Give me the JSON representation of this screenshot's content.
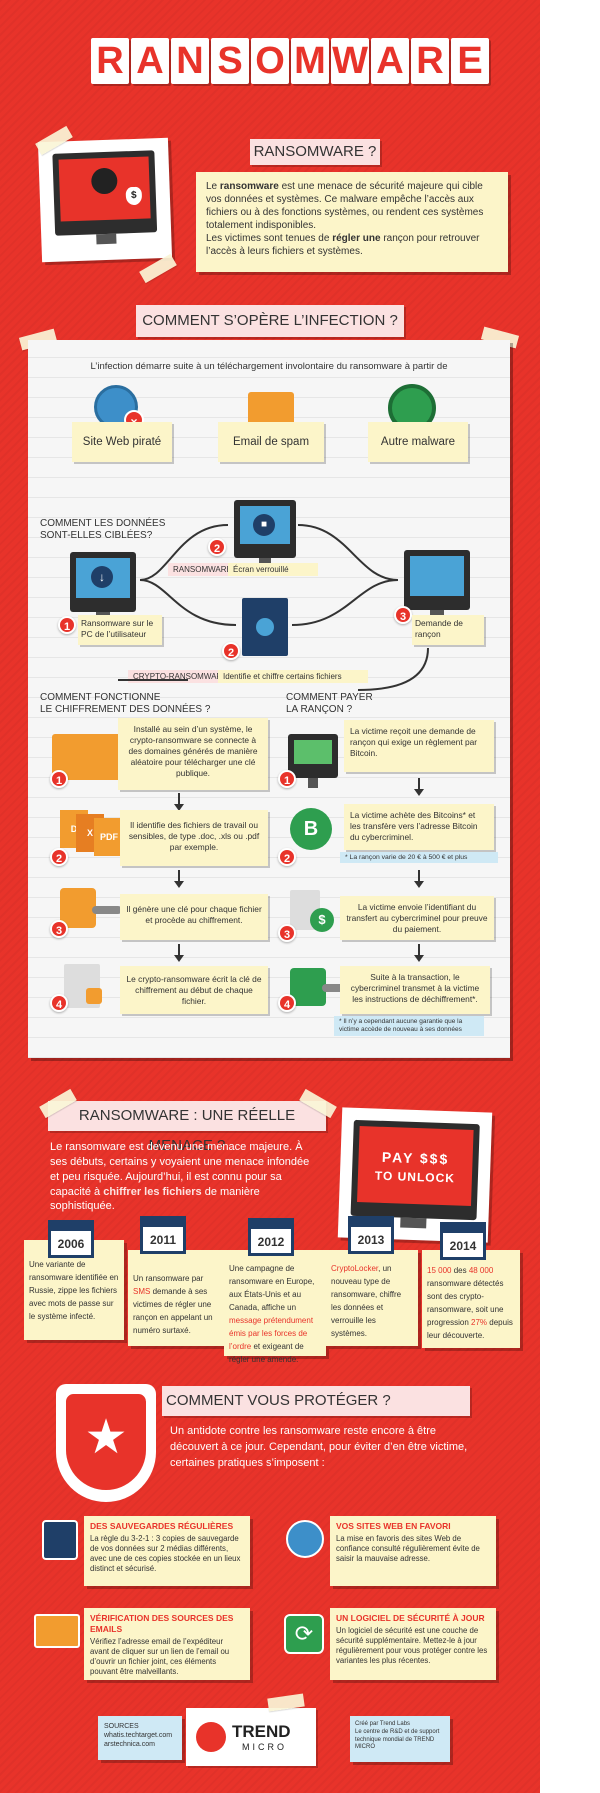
{
  "title_letters": [
    "R",
    "A",
    "N",
    "S",
    "O",
    "M",
    "W",
    "A",
    "R",
    "E"
  ],
  "intro": {
    "heading": "RANSOMWARE ?",
    "p1_pre": "Le ",
    "p1_bold": "ransomware",
    "p1_post": " est une menace de sécurité majeure qui cible vos données et systèmes. Ce malware empêche l’accès aux fichiers ou à des fonctions systèmes, ou rendent ces systèmes totalement indisponibles.",
    "p2_pre": "Les victimes sont tenues de ",
    "p2_bold": "régler une",
    "p2_post": " rançon pour retrouver l’accès à leurs fichiers et systèmes."
  },
  "infection": {
    "heading": "COMMENT S’OPÈRE L’INFECTION ?",
    "lead": "L’infection démarre suite à un téléchargement involontaire du ransomware à partir de",
    "sources": [
      "Site Web piraté",
      "Email de spam",
      "Autre malware"
    ]
  },
  "targets": {
    "heading_l1": "COMMENT LES DONNÉES",
    "heading_l2": "SONT-ELLES CIBLÉES?",
    "step1": "Ransomware sur le PC de l’utilisateur",
    "tag_ransomware": "RANSOMWARE",
    "tag_screen": "Écran verrouillé",
    "tag_crypto": "CRYPTO-RANSOMWARE",
    "tag_encrypt": "Identifie et chiffre certains fichiers",
    "step3": "Demande de rançon",
    "n1": "1",
    "n2": "2",
    "n3": "3"
  },
  "encryption": {
    "heading_l1": "COMMENT FONCTIONNE",
    "heading_l2": "LE CHIFFREMENT DES DONNÉES ?",
    "steps": [
      {
        "n": "1",
        "text": "Installé au sein d’un système, le crypto-ransomware se connecte à des domaines générés de manière aléatoire pour télécharger une clé publique."
      },
      {
        "n": "2",
        "text": "Il identifie des fichiers de travail ou sensibles, de type .doc, .xls ou .pdf par exemple."
      },
      {
        "n": "3",
        "text": "Il génère une clé pour chaque fichier et procède au chiffrement."
      },
      {
        "n": "4",
        "text": "Le crypto-ransomware écrit la clé de chiffrement au début de chaque fichier."
      }
    ],
    "pdf_letters": [
      "D",
      "X",
      "PDF"
    ]
  },
  "payment": {
    "heading_l1": "COMMENT PAYER",
    "heading_l2": "LA RANÇON ?",
    "steps": [
      {
        "n": "1",
        "text": "La victime reçoit une demande de rançon qui exige un règlement par Bitcoin."
      },
      {
        "n": "2",
        "text": "La victime achète des Bitcoins* et les transfère vers l’adresse Bitcoin du cybercriminel."
      },
      {
        "n": "3",
        "text": "La victime envoie l’identifiant du transfert au cybercriminel pour preuve du paiement."
      },
      {
        "n": "4",
        "text": "Suite à la transaction, le cybercriminel transmet à la victime les instructions de déchiffrement*."
      }
    ],
    "note_bitcoin": "* La rançon varie de 20 € à 500 € et plus",
    "note_guarantee": "* Il n’y a cependant aucune garantie que la victime accède de nouveau à ses données",
    "bitcoin_symbol": "B",
    "dollar_symbol": "$"
  },
  "threat": {
    "heading": "RANSOMWARE : UNE RÉELLE MENACE ?",
    "text_pre": "Le ransomware est devenu une menace majeure. À ses débuts, certains y voyaient une menace infondée et peu risquée. Aujourd’hui, il est connu pour sa capacité à ",
    "text_red": "chiffrer les fichiers",
    "text_post": " de manière sophistiquée.",
    "screen_l1": "PAY $$$",
    "screen_l2": "TO UNLOCK",
    "years": [
      {
        "year": "2006",
        "pre": "Une variante de ransomware identifiée en Russie, zippe les fichiers avec mots de passe sur le système infecté.",
        "red": "",
        "post": ""
      },
      {
        "year": "2011",
        "pre": "Un ransomware par ",
        "red": "SMS",
        "post": " demande à ses victimes de régler une rançon en appelant un numéro surtaxé."
      },
      {
        "year": "2012",
        "pre": "Une campagne de ransomware en Europe, aux États-Unis et au Canada, affiche un ",
        "red": "message prétendument émis par les forces de l’ordre",
        "post": " et exigeant de régler une amende."
      },
      {
        "year": "2013",
        "pre": "",
        "red": "CryptoLocker",
        "post": ", un nouveau type de ransomware, chiffre les données et verrouille les systèmes."
      },
      {
        "year": "2014",
        "pre": "",
        "red": "15 000",
        "post": " des ",
        "red2": "48 000",
        "post2": " ransomware détectés sont des crypto-ransomware, soit une progression ",
        "red3": "27%",
        "post3": " depuis leur découverte."
      }
    ]
  },
  "protect": {
    "heading": "COMMENT VOUS PROTÉGER ?",
    "lead": "Un antidote contre les ransomware reste encore à être découvert à ce jour. Cependant, pour éviter d’en être victime, certaines pratiques s’imposent :",
    "tips": [
      {
        "title": "DES SAUVEGARDES RÉGULIÈRES",
        "text": "La règle du 3-2-1 : 3 copies de sauvegarde de vos données sur 2 médias différents, avec une de ces copies stockée en un lieux distinct et sécurisé."
      },
      {
        "title": "VOS SITES WEB EN FAVORI",
        "text": "La mise en favoris des sites Web de confiance consulté régulièrement évite de saisir la mauvaise adresse."
      },
      {
        "title": "VÉRIFICATION DES SOURCES DES EMAILS",
        "text": "Vérifiez l’adresse email de l’expéditeur avant de cliquer sur un lien de l’email ou d’ouvrir un fichier joint, ces éléments pouvant être malveillants."
      },
      {
        "title": "UN LOGICIEL DE SÉCURITÉ À JOUR",
        "text": "Un logiciel de sécurité est une couche de sécurité supplémentaire. Mettez-le à jour régulièrement pour vous protéger contre les variantes les plus récentes."
      }
    ]
  },
  "footer": {
    "sources_label": "SOURCES",
    "sources": [
      "whatis.techtarget.com",
      "arstechnica.com"
    ],
    "logo_l1": "TREND",
    "logo_l2": "MICRO",
    "credit": "Créé par Trend Labs\nLe centre de R&D et de support technique mondial de TREND MICRO"
  },
  "colors": {
    "accent": "#e8332a",
    "note": "#fcf5c9",
    "pink": "#fbe1e1",
    "navy": "#1f3f68",
    "green": "#2e9e4f"
  }
}
